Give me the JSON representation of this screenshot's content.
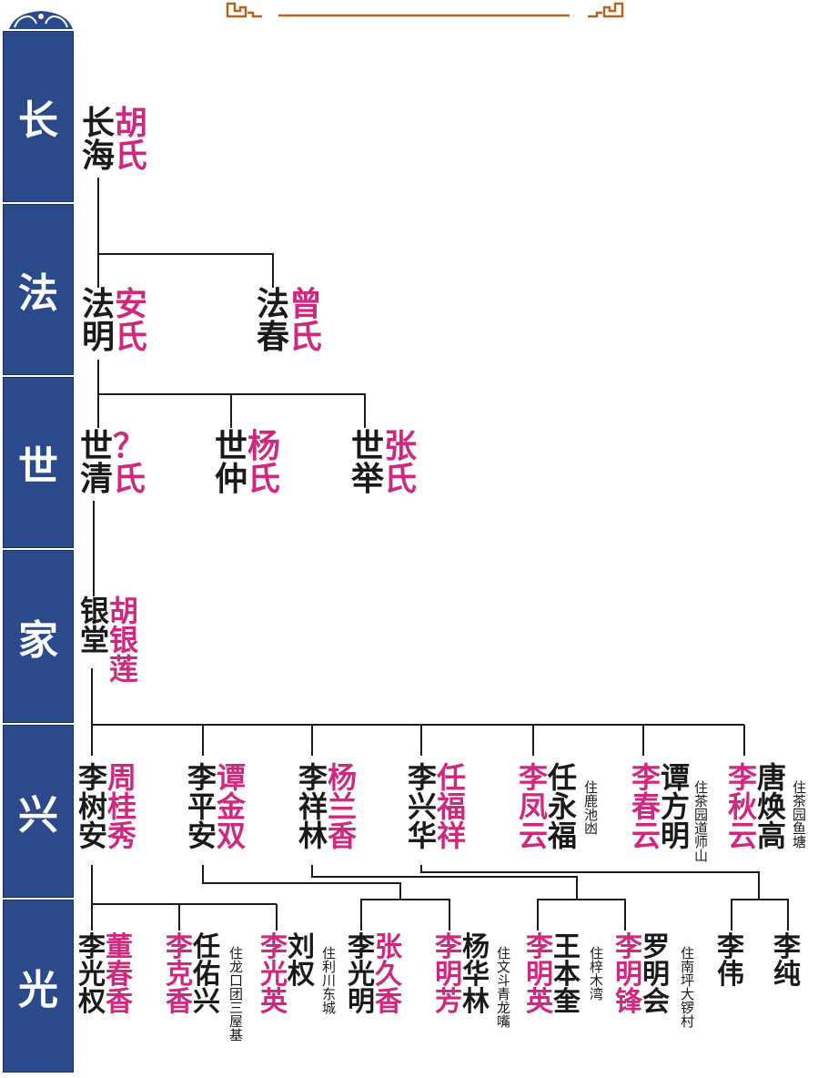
{
  "generations": [
    "长",
    "法",
    "世",
    "家",
    "兴",
    "光"
  ],
  "g1": {
    "husband": "长海",
    "wife": "胡氏"
  },
  "g2": [
    {
      "husband": "法明",
      "wife": "安氏"
    },
    {
      "husband": "法春",
      "wife": "曾氏"
    }
  ],
  "g3": [
    {
      "husband": "世清",
      "wife": "？氏"
    },
    {
      "husband": "世仲",
      "wife": "杨氏"
    },
    {
      "husband": "世举",
      "wife": "张氏"
    }
  ],
  "g4": {
    "husband": "银堂",
    "wife": "胡银莲"
  },
  "g5": [
    {
      "husband": "李树安",
      "wife": "周桂秀"
    },
    {
      "husband": "李平安",
      "wife": "谭金双"
    },
    {
      "husband": "李祥林",
      "wife": "杨兰香"
    },
    {
      "husband": "李兴华",
      "wife": "任福祥"
    },
    {
      "daughter": "李凤云",
      "spouse": "任永福",
      "note": "住鹿池凼"
    },
    {
      "daughter": "李春云",
      "spouse": "谭方明",
      "note": "住茶园道师山"
    },
    {
      "daughter": "李秋云",
      "spouse": "唐焕高",
      "note": "住茶园鱼塘"
    }
  ],
  "g6": [
    {
      "husband": "李光权",
      "wife": "董春香"
    },
    {
      "daughter": "李克香",
      "spouse": "任佑兴",
      "note": "住龙口团三屋基"
    },
    {
      "daughter": "李光英",
      "spouse": "刘权",
      "note": "住利川东城"
    },
    {
      "husband": "李光明",
      "wife": "张久香"
    },
    {
      "daughter": "李明芳",
      "spouse": "杨华林",
      "note": "住文斗青龙嘴"
    },
    {
      "daughter": "李明英",
      "spouse": "王本奎",
      "note": "住梓木湾"
    },
    {
      "daughter": "李明锋",
      "spouse": "罗明会",
      "note": "住南坪大锣村"
    },
    {
      "son": "李伟"
    },
    {
      "son": "李纯"
    }
  ],
  "colors": {
    "sidebar": "#2b4a8c",
    "sidebar_text": "#ffffff",
    "male": "#1a1a1a",
    "female": "#d0287e",
    "line": "#1a1a1a",
    "ornament": "#b5651d"
  }
}
